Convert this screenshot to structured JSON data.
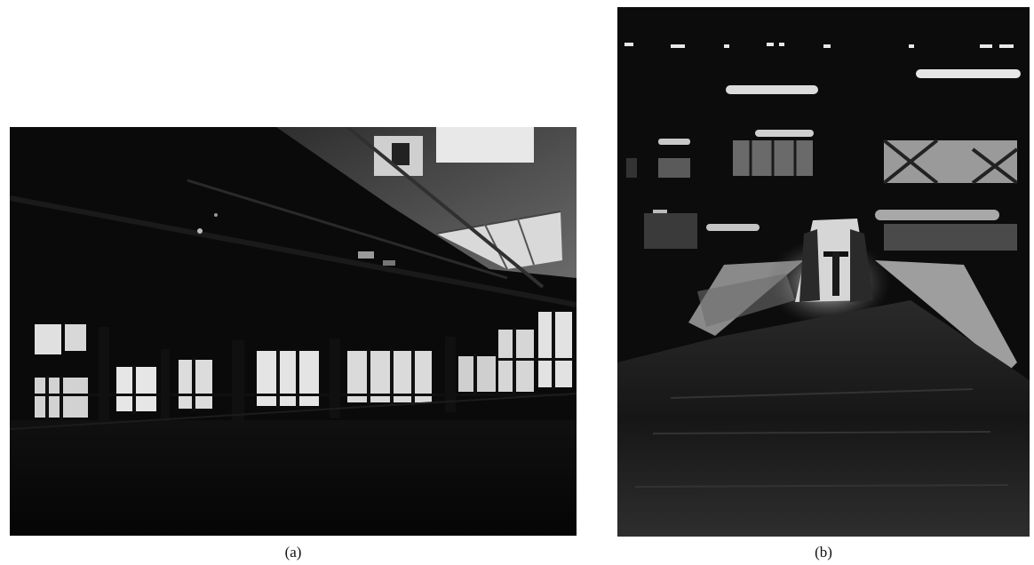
{
  "figure": {
    "panels": [
      {
        "caption": "(a)",
        "content": "industrial-hall-windows-photo"
      },
      {
        "caption": "(b)",
        "content": "tunnel-with-model-photo"
      }
    ]
  }
}
